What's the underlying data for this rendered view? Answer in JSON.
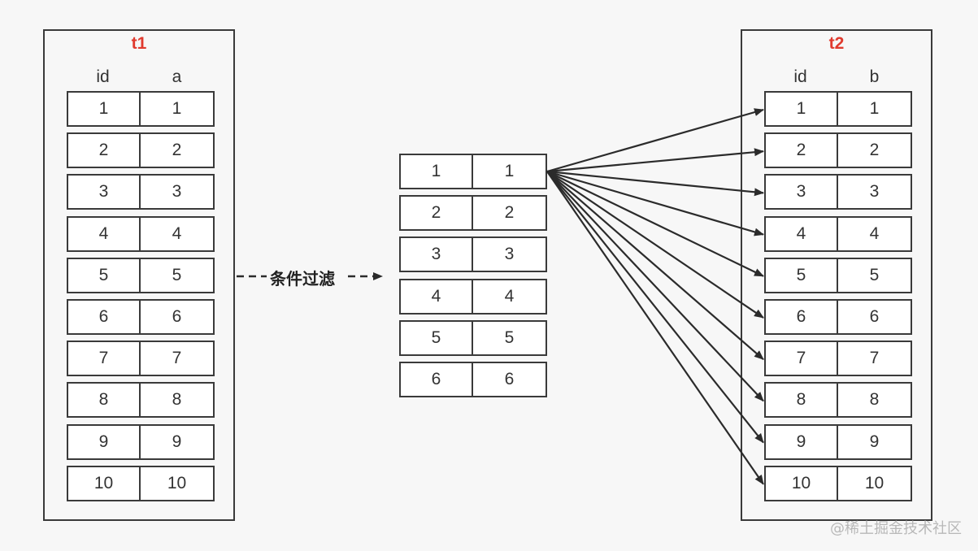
{
  "t1": {
    "title": "t1",
    "columns": [
      "id",
      "a"
    ],
    "rows": [
      [
        "1",
        "1"
      ],
      [
        "2",
        "2"
      ],
      [
        "3",
        "3"
      ],
      [
        "4",
        "4"
      ],
      [
        "5",
        "5"
      ],
      [
        "6",
        "6"
      ],
      [
        "7",
        "7"
      ],
      [
        "8",
        "8"
      ],
      [
        "9",
        "9"
      ],
      [
        "10",
        "10"
      ]
    ]
  },
  "filtered": {
    "rows": [
      [
        "1",
        "1"
      ],
      [
        "2",
        "2"
      ],
      [
        "3",
        "3"
      ],
      [
        "4",
        "4"
      ],
      [
        "5",
        "5"
      ],
      [
        "6",
        "6"
      ]
    ]
  },
  "t2": {
    "title": "t2",
    "columns": [
      "id",
      "b"
    ],
    "rows": [
      [
        "1",
        "1"
      ],
      [
        "2",
        "2"
      ],
      [
        "3",
        "3"
      ],
      [
        "4",
        "4"
      ],
      [
        "5",
        "5"
      ],
      [
        "6",
        "6"
      ],
      [
        "7",
        "7"
      ],
      [
        "8",
        "8"
      ],
      [
        "9",
        "9"
      ],
      [
        "10",
        "10"
      ]
    ]
  },
  "filter_label": "条件过滤",
  "watermark": "@稀土掘金技术社区",
  "colors": {
    "title": "#e03a2e",
    "stroke": "#3a3a3a",
    "background": "#f7f7f7"
  }
}
